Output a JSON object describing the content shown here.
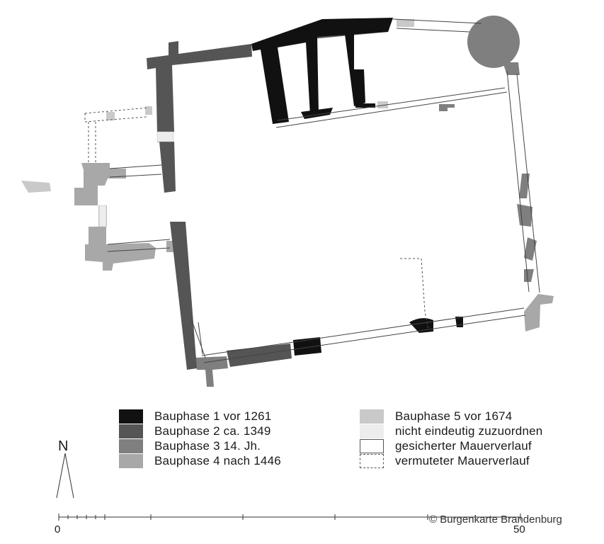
{
  "colors": {
    "phase1": "#111111",
    "phase2": "#555555",
    "phase3": "#7f7f7f",
    "phase4": "#a8a8a8",
    "phase5": "#c9c9c9",
    "unassigned": "#ededed",
    "secured_wall": "#ffffff",
    "line": "#444444"
  },
  "legend": {
    "left": [
      {
        "label": "Bauphase 1 vor 1261",
        "color": "phase1"
      },
      {
        "label": "Bauphase 2 ca. 1349",
        "color": "phase2"
      },
      {
        "label": "Bauphase 3 14. Jh.",
        "color": "phase3"
      },
      {
        "label": "Bauphase 4 nach 1446",
        "color": "phase4"
      }
    ],
    "right": [
      {
        "label": "Bauphase 5 vor 1674",
        "style": "phase5"
      },
      {
        "label": "nicht eindeutig zuzuordnen",
        "style": "unassigned"
      },
      {
        "label": "gesicherter Mauerverlauf",
        "style": "secured"
      },
      {
        "label": "vermuteter Mauerverlauf",
        "style": "presumed"
      }
    ]
  },
  "north_arrow": {
    "label": "N"
  },
  "scale_bar": {
    "start_label": "0",
    "end_label": "50"
  },
  "copyright": "© Burgenkarte Brandenburg"
}
